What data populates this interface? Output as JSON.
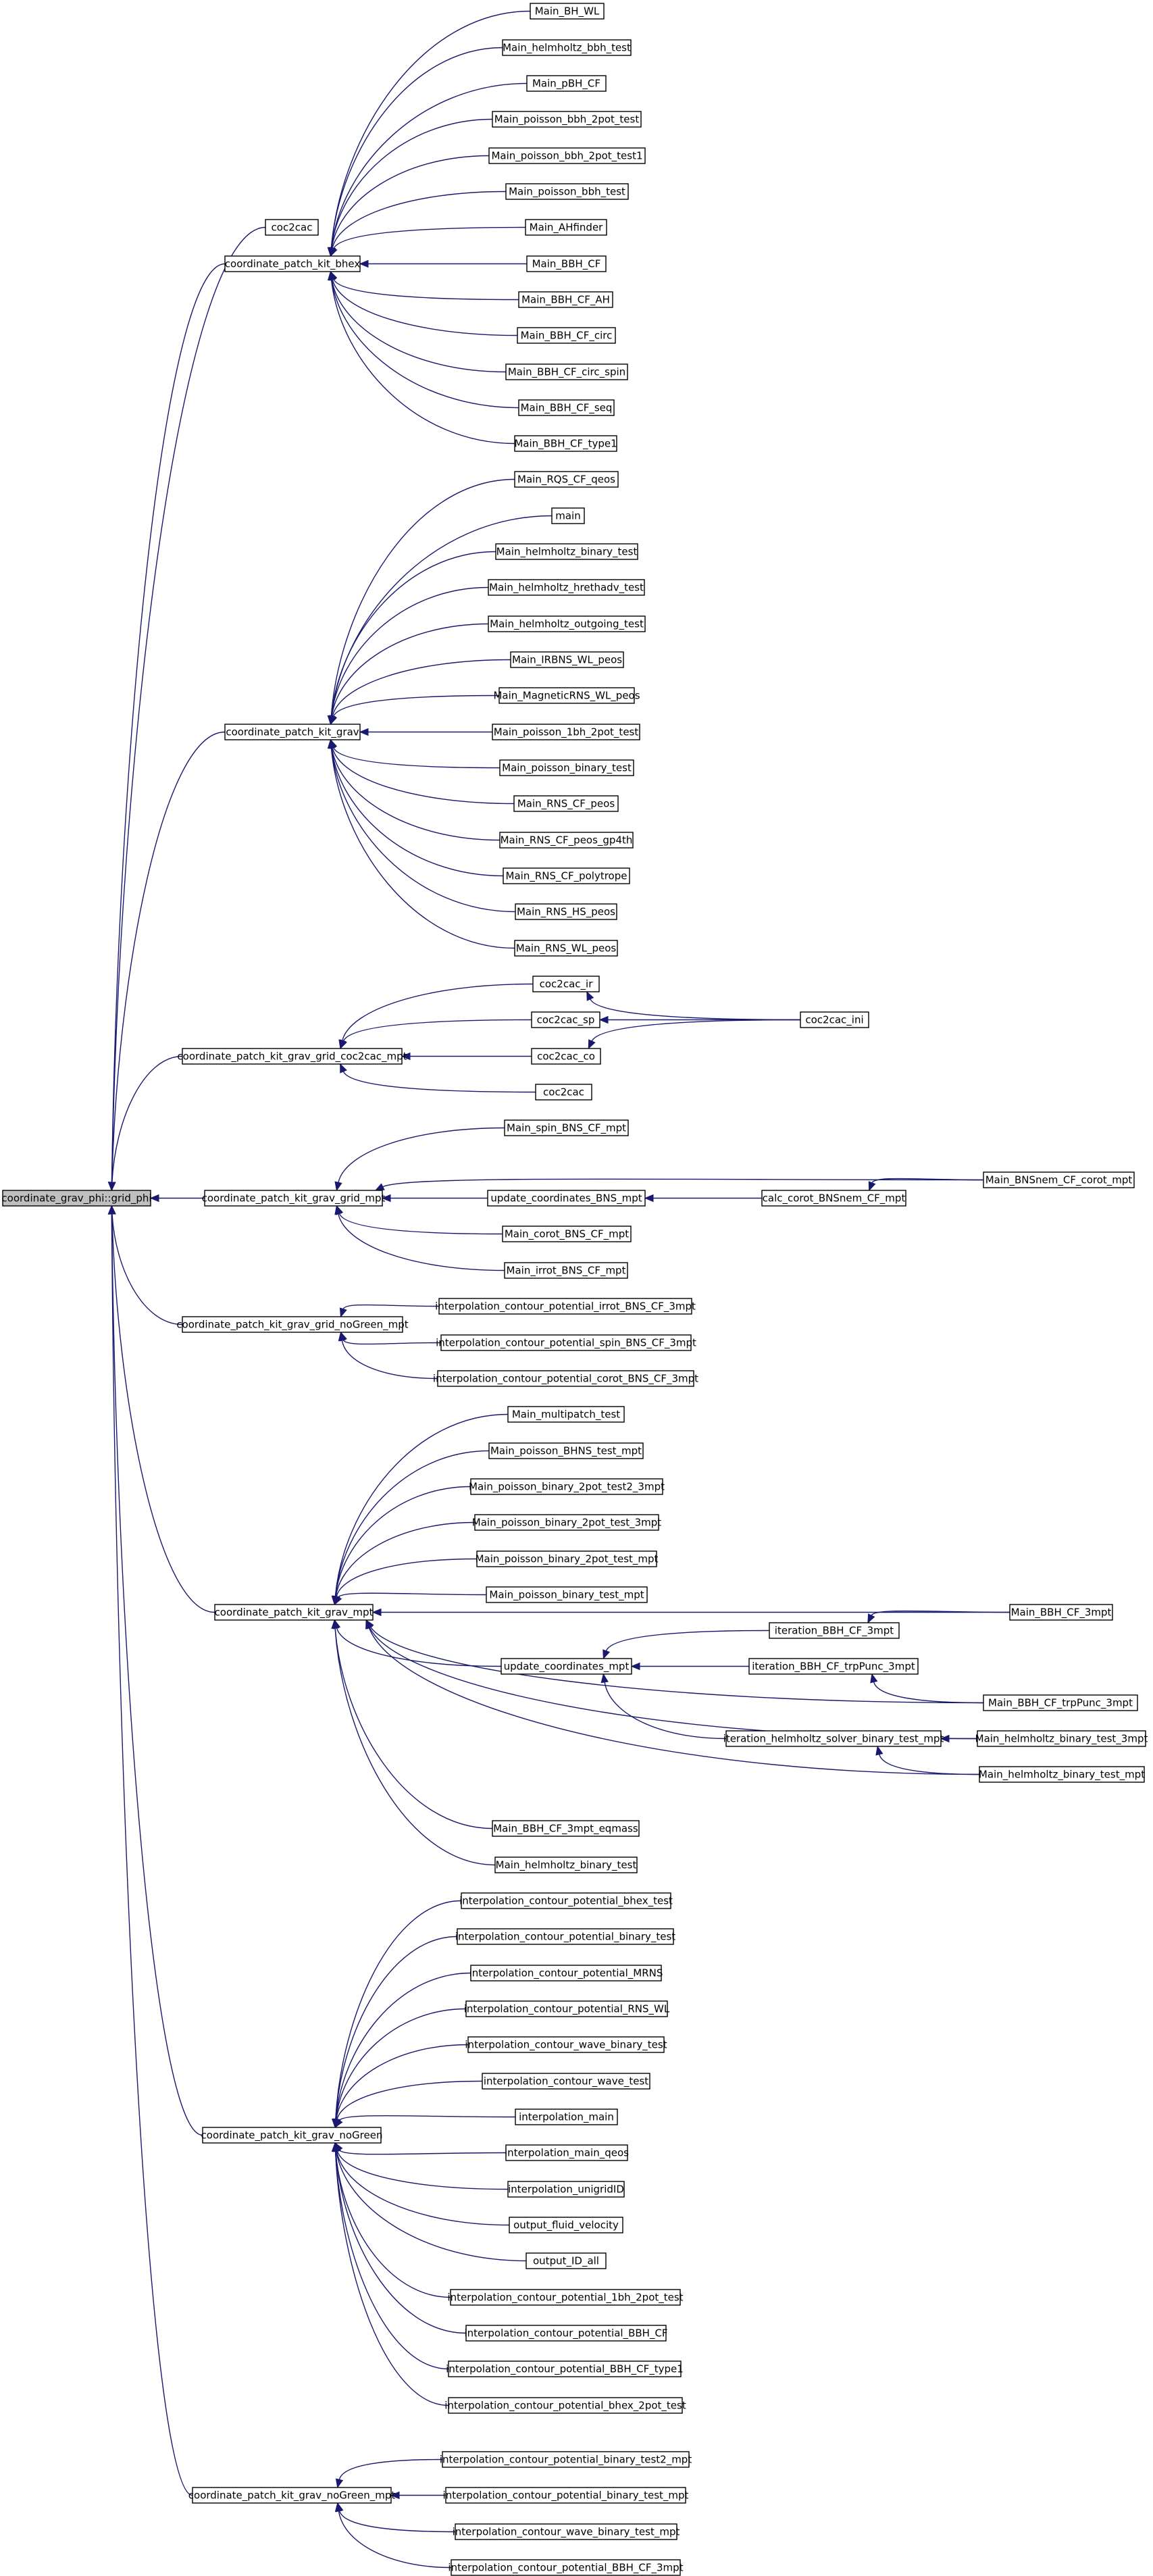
{
  "edge_color": "#191970",
  "root_fill": "#bfbfbf",
  "nodes": [
    {
      "id": "coordinate_grav_phi",
      "label": "coordinate_grav_phi::grid_phi",
      "root": true
    },
    {
      "id": "coc2cac_top",
      "label": "coc2cac"
    },
    {
      "id": "kit_bhex",
      "label": "coordinate_patch_kit_bhex"
    },
    {
      "id": "Main_BH_WL",
      "label": "Main_BH_WL"
    },
    {
      "id": "Main_helmholtz_bbh_test",
      "label": "Main_helmholtz_bbh_test"
    },
    {
      "id": "Main_pBH_CF",
      "label": "Main_pBH_CF"
    },
    {
      "id": "Main_poisson_bbh_2pot_test",
      "label": "Main_poisson_bbh_2pot_test"
    },
    {
      "id": "Main_poisson_bbh_2pot_test1",
      "label": "Main_poisson_bbh_2pot_test1"
    },
    {
      "id": "Main_poisson_bbh_test",
      "label": "Main_poisson_bbh_test"
    },
    {
      "id": "Main_AHfinder",
      "label": "Main_AHfinder"
    },
    {
      "id": "Main_BBH_CF",
      "label": "Main_BBH_CF"
    },
    {
      "id": "Main_BBH_CF_AH",
      "label": "Main_BBH_CF_AH"
    },
    {
      "id": "Main_BBH_CF_circ",
      "label": "Main_BBH_CF_circ"
    },
    {
      "id": "Main_BBH_CF_circ_spin",
      "label": "Main_BBH_CF_circ_spin"
    },
    {
      "id": "Main_BBH_CF_seq",
      "label": "Main_BBH_CF_seq"
    },
    {
      "id": "Main_BBH_CF_type1",
      "label": "Main_BBH_CF_type1"
    },
    {
      "id": "kit_grav",
      "label": "coordinate_patch_kit_grav"
    },
    {
      "id": "Main_RQS_CF_qeos",
      "label": "Main_RQS_CF_qeos"
    },
    {
      "id": "main",
      "label": "main"
    },
    {
      "id": "Main_helmholtz_binary_test",
      "label": "Main_helmholtz_binary_test"
    },
    {
      "id": "Main_helmholtz_hrethadv_test",
      "label": "Main_helmholtz_hrethadv_test"
    },
    {
      "id": "Main_helmholtz_outgoing_test",
      "label": "Main_helmholtz_outgoing_test"
    },
    {
      "id": "Main_IRBNS_WL_peos",
      "label": "Main_IRBNS_WL_peos"
    },
    {
      "id": "Main_MagneticRNS_WL_peos",
      "label": "Main_MagneticRNS_WL_peos"
    },
    {
      "id": "Main_poisson_1bh_2pot_test",
      "label": "Main_poisson_1bh_2pot_test"
    },
    {
      "id": "Main_poisson_binary_test",
      "label": "Main_poisson_binary_test"
    },
    {
      "id": "Main_RNS_CF_peos",
      "label": "Main_RNS_CF_peos"
    },
    {
      "id": "Main_RNS_CF_peos_gp4th",
      "label": "Main_RNS_CF_peos_gp4th"
    },
    {
      "id": "Main_RNS_CF_polytrope",
      "label": "Main_RNS_CF_polytrope"
    },
    {
      "id": "Main_RNS_HS_peos",
      "label": "Main_RNS_HS_peos"
    },
    {
      "id": "Main_RNS_WL_peos",
      "label": "Main_RNS_WL_peos"
    },
    {
      "id": "kit_grid_coc2cac",
      "label": "coordinate_patch_kit_grav_grid_coc2cac_mpt"
    },
    {
      "id": "coc2cac_ir",
      "label": "coc2cac_ir"
    },
    {
      "id": "coc2cac_sp",
      "label": "coc2cac_sp"
    },
    {
      "id": "coc2cac_co",
      "label": "coc2cac_co"
    },
    {
      "id": "coc2cac_low",
      "label": "coc2cac"
    },
    {
      "id": "coc2cac_ini",
      "label": "coc2cac_ini"
    },
    {
      "id": "kit_grid_mpt",
      "label": "coordinate_patch_kit_grav_grid_mpt"
    },
    {
      "id": "Main_spin_BNS_CF_mpt",
      "label": "Main_spin_BNS_CF_mpt"
    },
    {
      "id": "update_coordinates_BNS_mpt",
      "label": "update_coordinates_BNS_mpt"
    },
    {
      "id": "Main_corot_BNS_CF_mpt",
      "label": "Main_corot_BNS_CF_mpt"
    },
    {
      "id": "Main_irrot_BNS_CF_mpt",
      "label": "Main_irrot_BNS_CF_mpt"
    },
    {
      "id": "calc_corot_BNSnem_CF_mpt",
      "label": "calc_corot_BNSnem_CF_mpt"
    },
    {
      "id": "Main_BNSnem_CF_corot_mpt",
      "label": "Main_BNSnem_CF_corot_mpt"
    },
    {
      "id": "kit_grid_noGreen_mpt",
      "label": "coordinate_patch_kit_grav_grid_noGreen_mpt"
    },
    {
      "id": "icp_irrot_BNS_CF_3mpt",
      "label": "interpolation_contour_potential_irrot_BNS_CF_3mpt"
    },
    {
      "id": "icp_spin_BNS_CF_3mpt",
      "label": "interpolation_contour_potential_spin_BNS_CF_3mpt"
    },
    {
      "id": "icp_corot_BNS_CF_3mpt",
      "label": "interpolation_contour_potential_corot_BNS_CF_3mpt"
    },
    {
      "id": "kit_grav_mpt",
      "label": "coordinate_patch_kit_grav_mpt"
    },
    {
      "id": "Main_multipatch_test",
      "label": "Main_multipatch_test"
    },
    {
      "id": "Main_poisson_BHNS_test_mpt",
      "label": "Main_poisson_BHNS_test_mpt"
    },
    {
      "id": "Main_poisson_binary_2pot_test2_3mpt",
      "label": "Main_poisson_binary_2pot_test2_3mpt"
    },
    {
      "id": "Main_poisson_binary_2pot_test_3mpt",
      "label": "Main_poisson_binary_2pot_test_3mpt"
    },
    {
      "id": "Main_poisson_binary_2pot_test_mpt",
      "label": "Main_poisson_binary_2pot_test_mpt"
    },
    {
      "id": "Main_poisson_binary_test_mpt",
      "label": "Main_poisson_binary_test_mpt"
    },
    {
      "id": "update_coordinates_mpt",
      "label": "update_coordinates_mpt"
    },
    {
      "id": "iteration_BBH_CF_3mpt",
      "label": "iteration_BBH_CF_3mpt"
    },
    {
      "id": "iteration_BBH_CF_trpPunc_3mpt",
      "label": "iteration_BBH_CF_trpPunc_3mpt"
    },
    {
      "id": "iteration_helmholtz_solver_binary_test_mpt",
      "label": "iteration_helmholtz_solver_binary_test_mpt"
    },
    {
      "id": "Main_BBH_CF_3mpt",
      "label": "Main_BBH_CF_3mpt"
    },
    {
      "id": "Main_BBH_CF_trpPunc_3mpt",
      "label": "Main_BBH_CF_trpPunc_3mpt"
    },
    {
      "id": "Main_helmholtz_binary_test_3mpt",
      "label": "Main_helmholtz_binary_test_3mpt"
    },
    {
      "id": "Main_helmholtz_binary_test_mpt",
      "label": "Main_helmholtz_binary_test_mpt"
    },
    {
      "id": "Main_BBH_CF_3mpt_eqmass",
      "label": "Main_BBH_CF_3mpt_eqmass"
    },
    {
      "id": "Main_helmholtz_binary_test_b",
      "label": "Main_helmholtz_binary_test"
    },
    {
      "id": "kit_grav_noGreen",
      "label": "coordinate_patch_kit_grav_noGreen"
    },
    {
      "id": "icp_bhex_test",
      "label": "interpolation_contour_potential_bhex_test"
    },
    {
      "id": "icp_binary_test",
      "label": "interpolation_contour_potential_binary_test"
    },
    {
      "id": "icp_MRNS",
      "label": "interpolation_contour_potential_MRNS"
    },
    {
      "id": "icp_RNS_WL",
      "label": "interpolation_contour_potential_RNS_WL"
    },
    {
      "id": "icw_binary_test",
      "label": "interpolation_contour_wave_binary_test"
    },
    {
      "id": "icw_test",
      "label": "interpolation_contour_wave_test"
    },
    {
      "id": "interpolation_main",
      "label": "interpolation_main"
    },
    {
      "id": "interpolation_main_qeos",
      "label": "interpolation_main_qeos"
    },
    {
      "id": "interpolation_unigridID",
      "label": "interpolation_unigridID"
    },
    {
      "id": "output_fluid_velocity",
      "label": "output_fluid_velocity"
    },
    {
      "id": "output_ID_all",
      "label": "output_ID_all"
    },
    {
      "id": "icp_1bh_2pot_test",
      "label": "interpolation_contour_potential_1bh_2pot_test"
    },
    {
      "id": "icp_BBH_CF",
      "label": "interpolation_contour_potential_BBH_CF"
    },
    {
      "id": "icp_BBH_CF_type1",
      "label": "interpolation_contour_potential_BBH_CF_type1"
    },
    {
      "id": "icp_bhex_2pot_test",
      "label": "interpolation_contour_potential_bhex_2pot_test"
    },
    {
      "id": "kit_grav_noGreen_mpt",
      "label": "coordinate_patch_kit_grav_noGreen_mpt"
    },
    {
      "id": "icp_binary_test2_mpt",
      "label": "interpolation_contour_potential_binary_test2_mpt"
    },
    {
      "id": "icp_binary_test_mpt",
      "label": "interpolation_contour_potential_binary_test_mpt"
    },
    {
      "id": "icw_binary_test_mpt",
      "label": "interpolation_contour_wave_binary_test_mpt"
    },
    {
      "id": "icp_BBH_CF_3mpt",
      "label": "interpolation_contour_potential_BBH_CF_3mpt"
    }
  ],
  "edges": [
    [
      "coordinate_grav_phi",
      "coc2cac_top"
    ],
    [
      "coordinate_grav_phi",
      "kit_bhex"
    ],
    [
      "coordinate_grav_phi",
      "kit_grav"
    ],
    [
      "coordinate_grav_phi",
      "kit_grid_coc2cac"
    ],
    [
      "coordinate_grav_phi",
      "kit_grid_mpt"
    ],
    [
      "coordinate_grav_phi",
      "kit_grid_noGreen_mpt"
    ],
    [
      "coordinate_grav_phi",
      "kit_grav_mpt"
    ],
    [
      "coordinate_grav_phi",
      "kit_grav_noGreen"
    ],
    [
      "coordinate_grav_phi",
      "kit_grav_noGreen_mpt"
    ],
    [
      "kit_bhex",
      "Main_BH_WL"
    ],
    [
      "kit_bhex",
      "Main_helmholtz_bbh_test"
    ],
    [
      "kit_bhex",
      "Main_pBH_CF"
    ],
    [
      "kit_bhex",
      "Main_poisson_bbh_2pot_test"
    ],
    [
      "kit_bhex",
      "Main_poisson_bbh_2pot_test1"
    ],
    [
      "kit_bhex",
      "Main_poisson_bbh_test"
    ],
    [
      "kit_bhex",
      "Main_AHfinder"
    ],
    [
      "kit_bhex",
      "Main_BBH_CF"
    ],
    [
      "kit_bhex",
      "Main_BBH_CF_AH"
    ],
    [
      "kit_bhex",
      "Main_BBH_CF_circ"
    ],
    [
      "kit_bhex",
      "Main_BBH_CF_circ_spin"
    ],
    [
      "kit_bhex",
      "Main_BBH_CF_seq"
    ],
    [
      "kit_bhex",
      "Main_BBH_CF_type1"
    ],
    [
      "kit_grav",
      "Main_RQS_CF_qeos"
    ],
    [
      "kit_grav",
      "main"
    ],
    [
      "kit_grav",
      "Main_helmholtz_binary_test"
    ],
    [
      "kit_grav",
      "Main_helmholtz_hrethadv_test"
    ],
    [
      "kit_grav",
      "Main_helmholtz_outgoing_test"
    ],
    [
      "kit_grav",
      "Main_IRBNS_WL_peos"
    ],
    [
      "kit_grav",
      "Main_MagneticRNS_WL_peos"
    ],
    [
      "kit_grav",
      "Main_poisson_1bh_2pot_test"
    ],
    [
      "kit_grav",
      "Main_poisson_binary_test"
    ],
    [
      "kit_grav",
      "Main_RNS_CF_peos"
    ],
    [
      "kit_grav",
      "Main_RNS_CF_peos_gp4th"
    ],
    [
      "kit_grav",
      "Main_RNS_CF_polytrope"
    ],
    [
      "kit_grav",
      "Main_RNS_HS_peos"
    ],
    [
      "kit_grav",
      "Main_RNS_WL_peos"
    ],
    [
      "kit_grid_coc2cac",
      "coc2cac_ir"
    ],
    [
      "kit_grid_coc2cac",
      "coc2cac_sp"
    ],
    [
      "kit_grid_coc2cac",
      "coc2cac_co"
    ],
    [
      "kit_grid_coc2cac",
      "coc2cac_low"
    ],
    [
      "coc2cac_ir",
      "coc2cac_ini"
    ],
    [
      "coc2cac_sp",
      "coc2cac_ini"
    ],
    [
      "coc2cac_co",
      "coc2cac_ini"
    ],
    [
      "kit_grid_mpt",
      "Main_spin_BNS_CF_mpt"
    ],
    [
      "kit_grid_mpt",
      "Main_BNSnem_CF_corot_mpt"
    ],
    [
      "kit_grid_mpt",
      "update_coordinates_BNS_mpt"
    ],
    [
      "kit_grid_mpt",
      "Main_corot_BNS_CF_mpt"
    ],
    [
      "kit_grid_mpt",
      "Main_irrot_BNS_CF_mpt"
    ],
    [
      "update_coordinates_BNS_mpt",
      "calc_corot_BNSnem_CF_mpt"
    ],
    [
      "calc_corot_BNSnem_CF_mpt",
      "Main_BNSnem_CF_corot_mpt"
    ],
    [
      "kit_grid_noGreen_mpt",
      "icp_irrot_BNS_CF_3mpt"
    ],
    [
      "kit_grid_noGreen_mpt",
      "icp_spin_BNS_CF_3mpt"
    ],
    [
      "kit_grid_noGreen_mpt",
      "icp_corot_BNS_CF_3mpt"
    ],
    [
      "kit_grav_mpt",
      "Main_multipatch_test"
    ],
    [
      "kit_grav_mpt",
      "Main_poisson_BHNS_test_mpt"
    ],
    [
      "kit_grav_mpt",
      "Main_poisson_binary_2pot_test2_3mpt"
    ],
    [
      "kit_grav_mpt",
      "Main_poisson_binary_2pot_test_3mpt"
    ],
    [
      "kit_grav_mpt",
      "Main_poisson_binary_2pot_test_mpt"
    ],
    [
      "kit_grav_mpt",
      "Main_poisson_binary_test_mpt"
    ],
    [
      "kit_grav_mpt",
      "Main_BBH_CF_3mpt"
    ],
    [
      "kit_grav_mpt",
      "update_coordinates_mpt"
    ],
    [
      "kit_grav_mpt",
      "Main_BBH_CF_trpPunc_3mpt"
    ],
    [
      "kit_grav_mpt",
      "Main_helmholtz_binary_test_3mpt"
    ],
    [
      "kit_grav_mpt",
      "Main_helmholtz_binary_test_mpt"
    ],
    [
      "kit_grav_mpt",
      "Main_BBH_CF_3mpt_eqmass"
    ],
    [
      "kit_grav_mpt",
      "Main_helmholtz_binary_test_b"
    ],
    [
      "update_coordinates_mpt",
      "iteration_BBH_CF_3mpt"
    ],
    [
      "update_coordinates_mpt",
      "iteration_BBH_CF_trpPunc_3mpt"
    ],
    [
      "update_coordinates_mpt",
      "iteration_helmholtz_solver_binary_test_mpt"
    ],
    [
      "iteration_BBH_CF_3mpt",
      "Main_BBH_CF_3mpt"
    ],
    [
      "iteration_BBH_CF_trpPunc_3mpt",
      "Main_BBH_CF_trpPunc_3mpt"
    ],
    [
      "iteration_helmholtz_solver_binary_test_mpt",
      "Main_helmholtz_binary_test_3mpt"
    ],
    [
      "iteration_helmholtz_solver_binary_test_mpt",
      "Main_helmholtz_binary_test_mpt"
    ],
    [
      "kit_grav_noGreen",
      "icp_bhex_test"
    ],
    [
      "kit_grav_noGreen",
      "icp_binary_test"
    ],
    [
      "kit_grav_noGreen",
      "icp_MRNS"
    ],
    [
      "kit_grav_noGreen",
      "icp_RNS_WL"
    ],
    [
      "kit_grav_noGreen",
      "icw_binary_test"
    ],
    [
      "kit_grav_noGreen",
      "icw_test"
    ],
    [
      "kit_grav_noGreen",
      "interpolation_main"
    ],
    [
      "kit_grav_noGreen",
      "interpolation_main_qeos"
    ],
    [
      "kit_grav_noGreen",
      "interpolation_unigridID"
    ],
    [
      "kit_grav_noGreen",
      "output_fluid_velocity"
    ],
    [
      "kit_grav_noGreen",
      "output_ID_all"
    ],
    [
      "kit_grav_noGreen",
      "icp_1bh_2pot_test"
    ],
    [
      "kit_grav_noGreen",
      "icp_BBH_CF"
    ],
    [
      "kit_grav_noGreen",
      "icp_BBH_CF_type1"
    ],
    [
      "kit_grav_noGreen",
      "icp_bhex_2pot_test"
    ],
    [
      "kit_grav_noGreen_mpt",
      "icp_binary_test2_mpt"
    ],
    [
      "kit_grav_noGreen_mpt",
      "icp_binary_test_mpt"
    ],
    [
      "kit_grav_noGreen_mpt",
      "icw_binary_test_mpt"
    ],
    [
      "kit_grav_noGreen_mpt",
      "icp_BBH_CF_3mpt"
    ]
  ]
}
